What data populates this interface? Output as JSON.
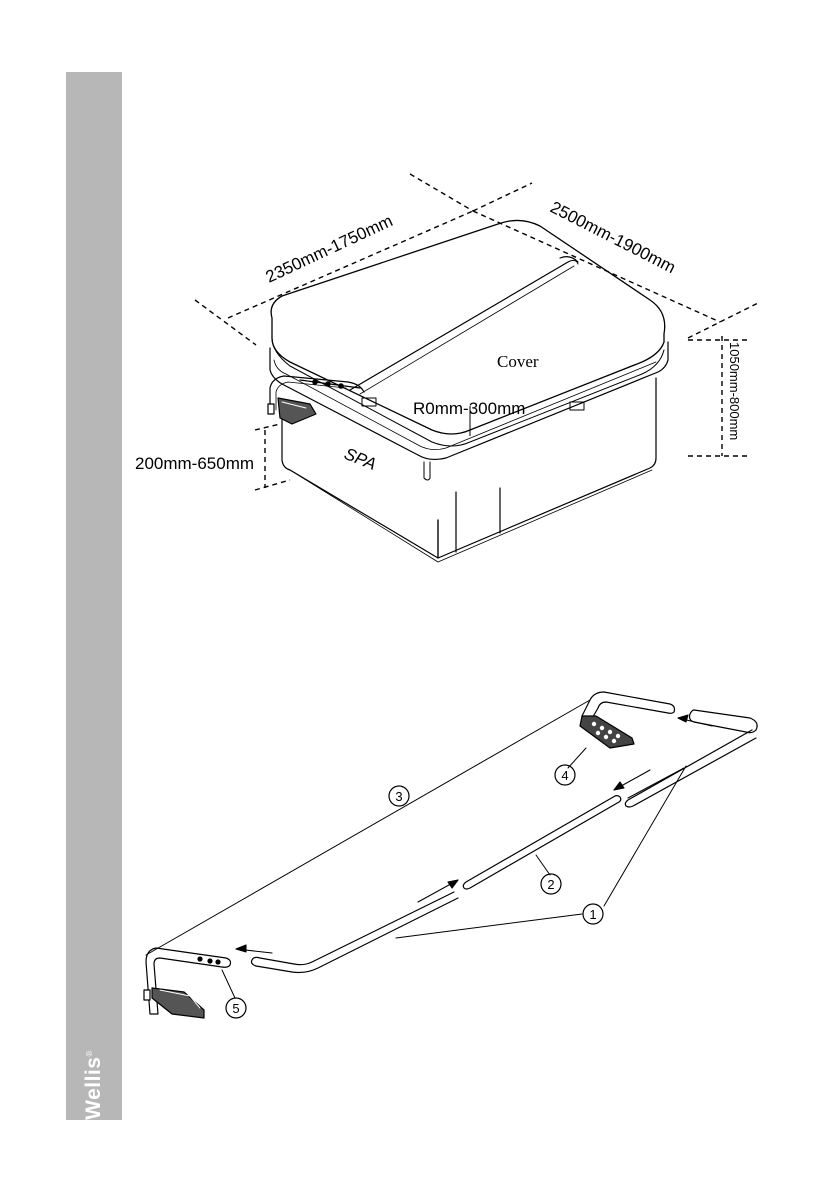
{
  "brand": {
    "name": "Wellis",
    "mark": "®"
  },
  "figure1": {
    "width_label": "2350mm-1750mm",
    "depth_label": "2500mm-1900mm",
    "height_label": "1050mm-800mm",
    "lift_height_label": "200mm-650mm",
    "radius_label": "R0mm-300mm",
    "cover_label": "Cover",
    "spa_label": "SPA"
  },
  "figure2": {
    "callouts": [
      "1",
      "2",
      "3",
      "4",
      "5"
    ]
  },
  "colors": {
    "sidebar": "#b7b7b7",
    "ink": "#000000"
  }
}
